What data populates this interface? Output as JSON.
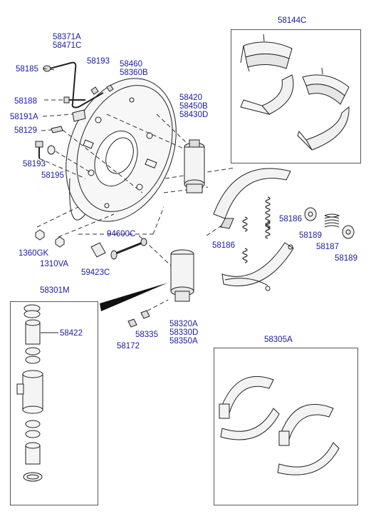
{
  "diagram": {
    "labels": {
      "p58144C": "58144C",
      "p58371A": "58371A",
      "p58471C": "58471C",
      "p58185": "58185",
      "p58193a": "58193",
      "p58460": "58460",
      "p58360B": "58360B",
      "p58188": "58188",
      "p58420": "58420",
      "p58450B": "58450B",
      "p58430D": "58430D",
      "p58191A": "58191A",
      "p58129": "58129",
      "p58193b": "58193",
      "p58195": "58195",
      "p58186a": "58186",
      "p58189a": "58189",
      "p58187": "58187",
      "p58189b": "58189",
      "p58186b": "58186",
      "p94600C": "94600C",
      "p1360GK": "1360GK",
      "p1310VA": "1310VA",
      "p59423C": "59423C",
      "p58301M": "58301M",
      "p58422": "58422",
      "p58335": "58335",
      "p58172": "58172",
      "p58320A": "58320A",
      "p58330D": "58330D",
      "p58350A": "58350A",
      "p58305A": "58305A"
    }
  }
}
